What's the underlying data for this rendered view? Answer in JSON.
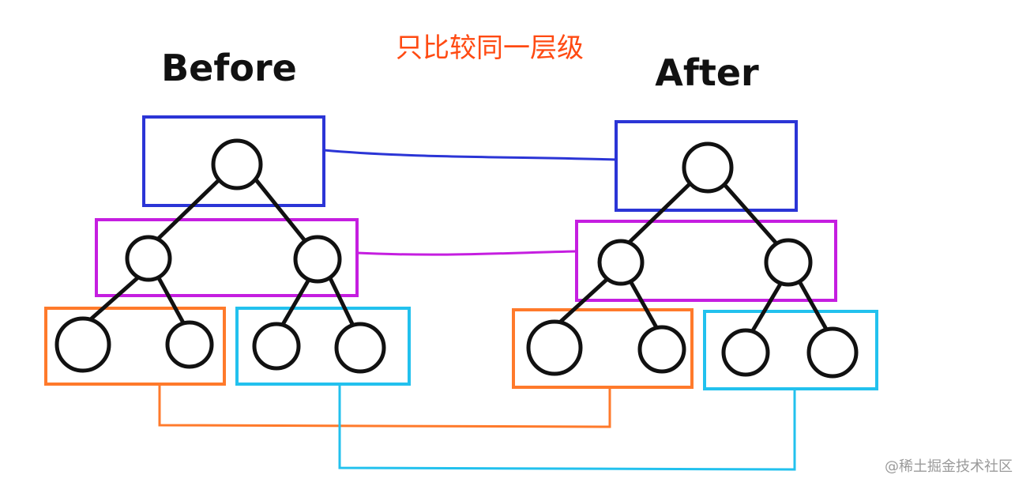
{
  "diagram": {
    "title_left": "Before",
    "title_right": "After",
    "caption": "只比较同一层级",
    "colors": {
      "level1": "#2b35d6",
      "level2": "#c51ee0",
      "group_left": "#ff7a2b",
      "group_right": "#22c1ee",
      "node": "#111111"
    }
  },
  "watermark": "@稀土掘金技术社区"
}
